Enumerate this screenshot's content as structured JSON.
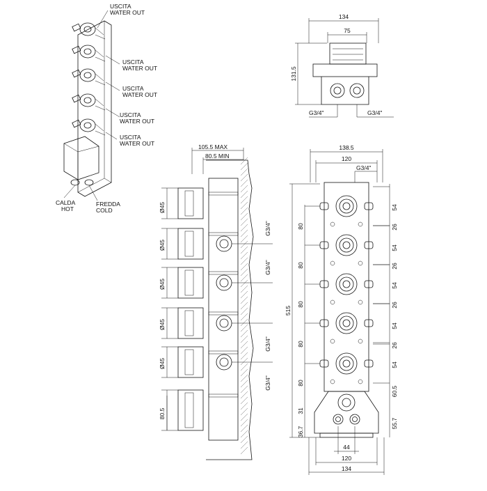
{
  "iso_labels": {
    "outlets": [
      {
        "l1": "USCITA",
        "l2": "WATER OUT"
      },
      {
        "l1": "USCITA",
        "l2": "WATER OUT"
      },
      {
        "l1": "USCITA",
        "l2": "WATER OUT"
      },
      {
        "l1": "USCITA",
        "l2": "WATER OUT"
      },
      {
        "l1": "USCITA",
        "l2": "WATER OUT"
      }
    ],
    "hot": {
      "l1": "CALDA",
      "l2": "HOT"
    },
    "cold": {
      "l1": "FREDDA",
      "l2": "COLD"
    }
  },
  "top_view": {
    "width": "134",
    "inner": "75",
    "height": "131.5",
    "conn_left": "G3/4\"",
    "conn_right": "G3/4\""
  },
  "side_view": {
    "max": "105.5 MAX",
    "min": "80.5 MIN",
    "dia": [
      "Ø45",
      "Ø45",
      "Ø45",
      "Ø45",
      "Ø45"
    ],
    "bottom": "80.5",
    "threads": [
      "G3/4\"",
      "G3/4\"",
      "G3/4\"",
      "G3/4\""
    ],
    "max_tag": "MAX",
    "min_tag": "MIN"
  },
  "front_view": {
    "overall_width": "138.5",
    "inner_width": "120",
    "top_conn": "G3/4\"",
    "total_height": "515",
    "pitch_left": [
      "80",
      "80",
      "80",
      "80",
      "80"
    ],
    "right_dims": [
      "54",
      "26",
      "54",
      "26",
      "54",
      "26",
      "54",
      "26",
      "54"
    ],
    "right_bottom": [
      "60.5",
      "55.7"
    ],
    "left_bottom": [
      "31",
      "36.7"
    ],
    "bottom_dims": [
      "44",
      "120",
      "134"
    ]
  }
}
